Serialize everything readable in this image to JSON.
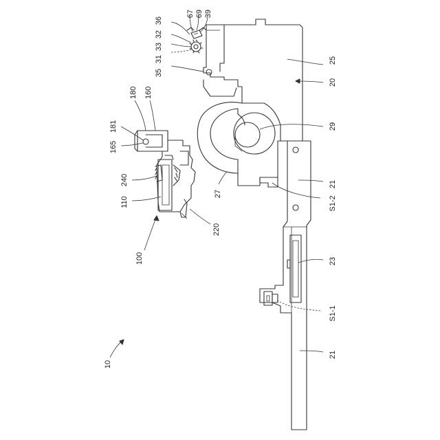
{
  "labels": {
    "l10": "10",
    "l20": "20",
    "l21a": "21",
    "l21b": "21",
    "l23": "23",
    "l25": "25",
    "l27": "27",
    "l29": "29",
    "l31": "31",
    "l32": "32",
    "l33": "33",
    "l35": "35",
    "l36": "36",
    "l39": "39",
    "l67": "67",
    "l69": "69",
    "l100": "100",
    "l110": "110",
    "l160": "160",
    "l165": "165",
    "l180": "180",
    "l181": "181",
    "l220": "220",
    "l240": "240",
    "s1_1": "S1-1",
    "s1_2": "S1-2"
  }
}
